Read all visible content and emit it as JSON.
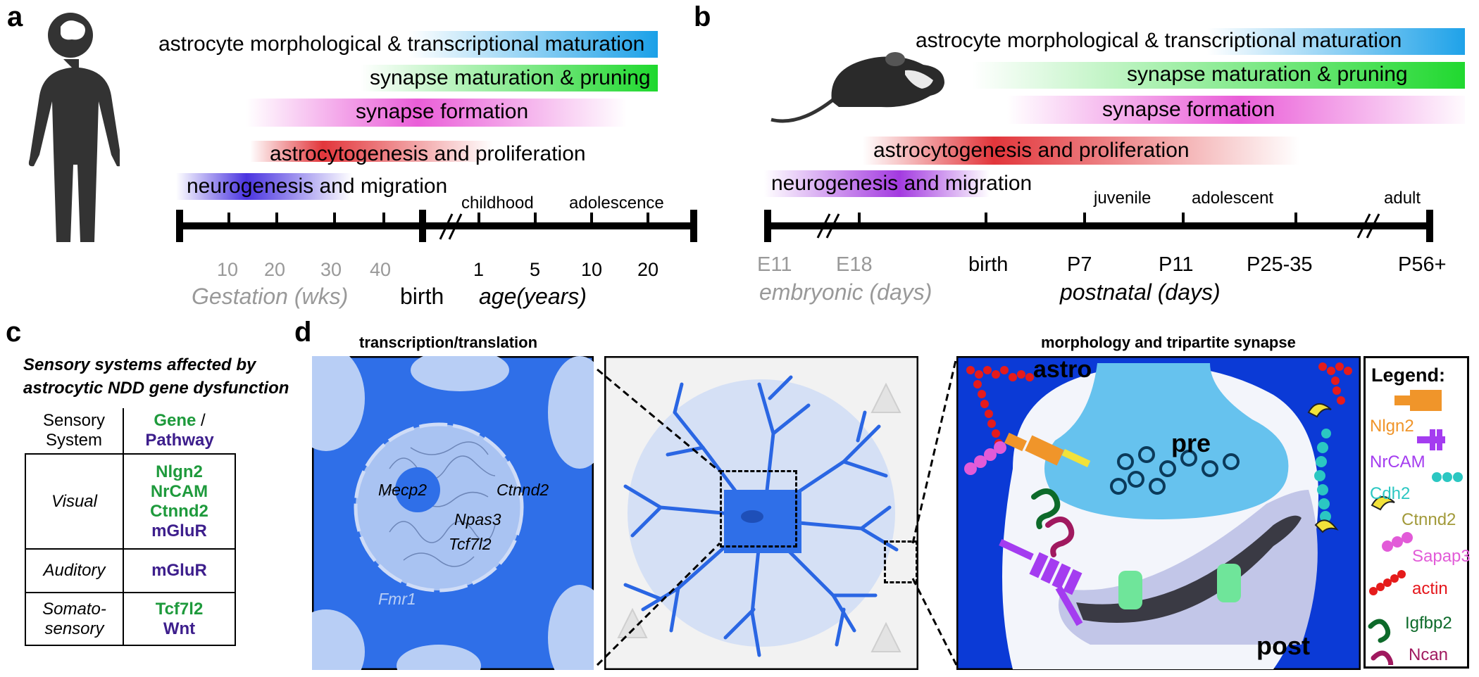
{
  "panels": {
    "a": "a",
    "b": "b",
    "c": "c",
    "d": "d"
  },
  "panel_a": {
    "bars": [
      "astrocyte morphological & transcriptional maturation",
      "synapse maturation & pruning",
      "synapse formation",
      "astrocytogenesis and proliferation",
      "neurogenesis and migration"
    ],
    "stages": [
      "childhood",
      "adolescence"
    ],
    "gestation_ticks": [
      "10",
      "20",
      "30",
      "40"
    ],
    "age_ticks": [
      "1",
      "5",
      "10",
      "20"
    ],
    "birth": "birth",
    "gestation_label": "Gestation (wks)",
    "age_label": "age(years)"
  },
  "panel_b": {
    "bars": [
      "astrocyte morphological & transcriptional maturation",
      "synapse maturation & pruning",
      "synapse formation",
      "astrocytogenesis and proliferation",
      "neurogenesis and migration"
    ],
    "stages": [
      "juvenile",
      "adolescent",
      "adult"
    ],
    "ticks": [
      "E11",
      "E18",
      "birth",
      "P7",
      "P11",
      "P25-35",
      "P56+"
    ],
    "embryonic_label": "embryonic (days)",
    "postnatal_label": "postnatal (days)"
  },
  "panel_c": {
    "title_line1": "Sensory systems affected by",
    "title_line2": "astrocytic NDD gene dysfunction",
    "col1_line1": "Sensory",
    "col1_line2": "System",
    "col2_gene": "Gene",
    "col2_sep": " /",
    "col2_pathway": "Pathway",
    "rows": [
      {
        "system": "Visual",
        "genes": [
          "Nlgn2",
          "NrCAM",
          "Ctnnd2"
        ],
        "pathways": [
          "mGluR"
        ]
      },
      {
        "system": "Auditory",
        "genes": [],
        "pathways": [
          "mGluR"
        ]
      },
      {
        "system_line1": "Somato-",
        "system_line2": "sensory",
        "genes": [
          "Tcf7l2"
        ],
        "pathways": [
          "Wnt"
        ]
      }
    ]
  },
  "panel_d": {
    "title_left": "transcription/translation",
    "title_right": "morphology and tripartite synapse",
    "genes": [
      "Mecp2",
      "Ctnnd2",
      "Npas3",
      "Tcf7l2",
      "Fmr1"
    ],
    "synapse_labels": {
      "astro": "astro",
      "pre": "pre",
      "post": "post"
    },
    "legend_title": "Legend:",
    "legend_items": [
      {
        "label": "Nlgn2",
        "color": "#f0952a"
      },
      {
        "label": "NrCAM",
        "color": "#a43cf0"
      },
      {
        "label": "Cdh2",
        "color": "#2bc7c2"
      },
      {
        "label": "Ctnnd2",
        "color": "#a29a3a"
      },
      {
        "label": "Sapap3",
        "color": "#e25bd8"
      },
      {
        "label": "actin",
        "color": "#e5151b"
      },
      {
        "label": "Igfbp2",
        "color": "#0d6a2a"
      },
      {
        "label": "Ncan",
        "color": "#a0195f"
      }
    ]
  }
}
